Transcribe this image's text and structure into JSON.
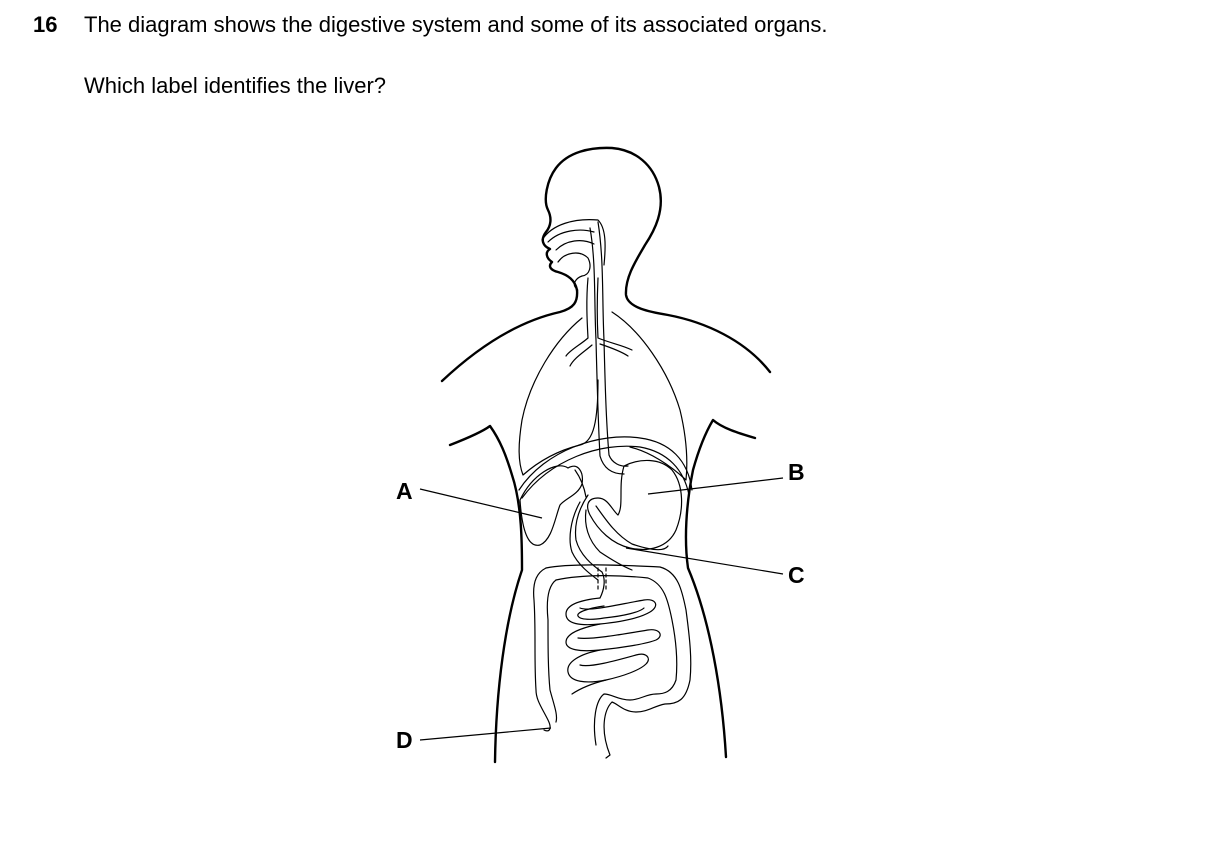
{
  "question": {
    "number": "16",
    "stem": "The diagram shows the digestive system and some of its associated organs.",
    "prompt": "Which label identifies the liver?"
  },
  "diagram": {
    "labels": [
      {
        "id": "A",
        "text": "A"
      },
      {
        "id": "B",
        "text": "B"
      },
      {
        "id": "C",
        "text": "C"
      },
      {
        "id": "D",
        "text": "D"
      }
    ]
  }
}
